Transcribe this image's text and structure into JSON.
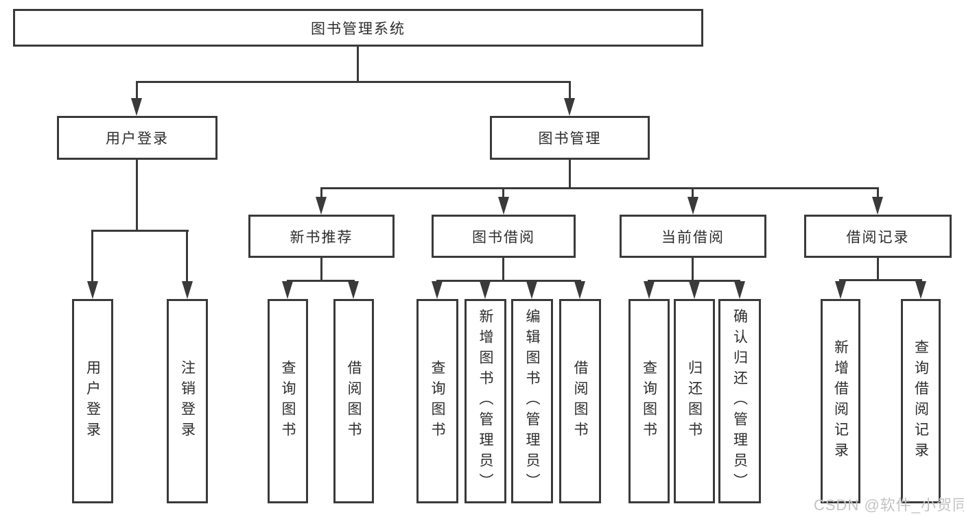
{
  "colors": {
    "line": "#3a3a3a",
    "text": "#2d2d2d",
    "bg": "#ffffff",
    "watermark": "#c3c3c3"
  },
  "tree": {
    "root": {
      "label": "图书管理系统"
    },
    "level2": {
      "user_login": {
        "label": "用户登录"
      },
      "book_management": {
        "label": "图书管理"
      }
    },
    "level3": {
      "new_book": {
        "label": "新书推荐"
      },
      "book_borrow": {
        "label": "图书借阅"
      },
      "current_borrow": {
        "label": "当前借阅"
      },
      "borrow_record": {
        "label": "借阅记录"
      }
    },
    "leaves": {
      "user_login": [
        "用户登录",
        "注销登录"
      ],
      "new_book": [
        "查询图书",
        "借阅图书"
      ],
      "book_borrow": [
        "查询图书",
        "新增图书（管理员）",
        "编辑图书（管理员）",
        "借阅图书"
      ],
      "current_borrow": [
        "查询图书",
        "归还图书",
        "确认归还（管理员）"
      ],
      "borrow_record": [
        "新增借阅记录",
        "查询借阅记录"
      ]
    }
  },
  "watermark": "CSDN @软件_小贺同学"
}
